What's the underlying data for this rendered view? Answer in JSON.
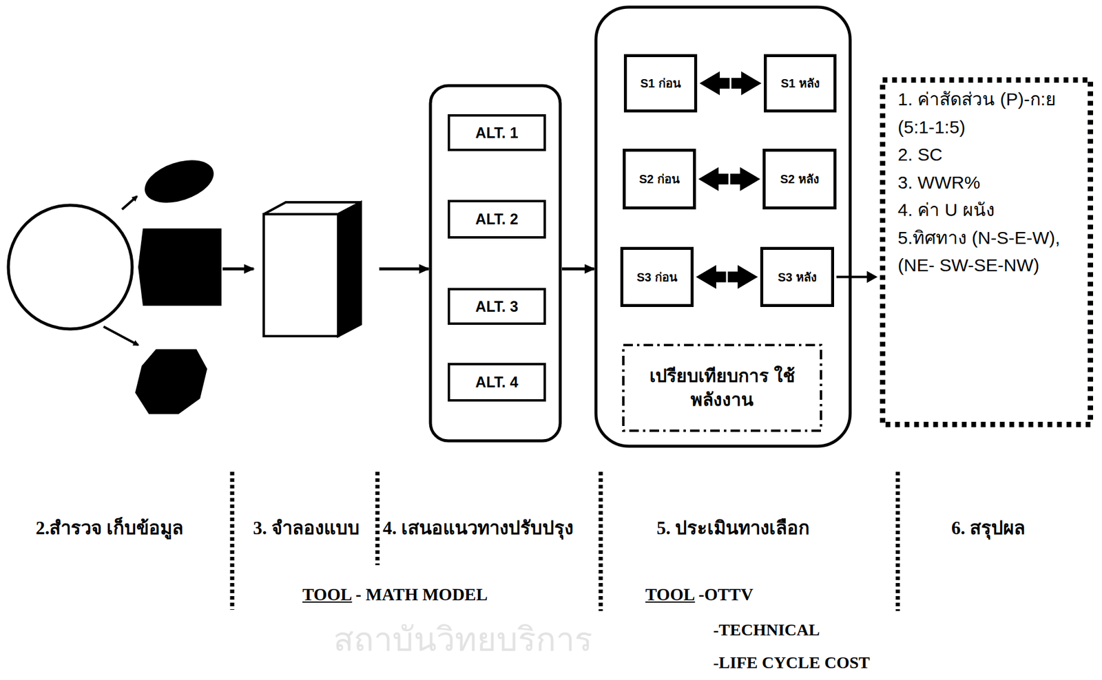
{
  "diagram": {
    "nodes": [
      {
        "text": [
          "ALT. 1"
        ]
      },
      {
        "text": [
          "ALT. 2"
        ]
      },
      {
        "text": [
          "ALT. 3"
        ]
      },
      {
        "text": [
          "ALT. 4"
        ]
      },
      {
        "text": [
          "S1 ก่อน"
        ]
      },
      {
        "text": [
          "S1 หลัง"
        ]
      },
      {
        "text": [
          "S2 ก่อน"
        ]
      },
      {
        "text": [
          "S2 หลัง"
        ]
      },
      {
        "text": [
          "S3 ก่อน"
        ]
      },
      {
        "text": [
          "S3 หลัง"
        ]
      },
      {
        "text": [
          "เปรียบเทียบการ ใช้พลังงาน"
        ]
      },
      {
        "text": [
          "1. ค่าสัดส่วน (P)-ก:ย (5:1-1:5)",
          "2. SC",
          "3. WWR%",
          "4. ค่า U ผนัง",
          "5.ทิศทาง (N-S-E-W),(NE- SW-SE-NW)"
        ]
      }
    ],
    "edges": [
      {
        "from": 4,
        "to": 5,
        "arrow": "both"
      },
      {
        "from": 6,
        "to": 7,
        "arrow": "both"
      },
      {
        "from": 8,
        "to": 9,
        "arrow": "both"
      },
      {
        "from": 9,
        "to": 11,
        "arrow": "to"
      }
    ],
    "labels": [
      "2.สำรวจ เก็บข้อมูล",
      "3. จำลองแบบ",
      "4. เสนอแนวทางปรับปรุง",
      "5. ประเมินทางเลือก",
      "6. สรุปผล",
      "TOOL",
      "- MATH MODEL",
      "TOOL",
      "-OTTV",
      "-TECHNICAL",
      "-LIFE CYCLE COST",
      "สถาบันวิทยบริการ"
    ]
  }
}
